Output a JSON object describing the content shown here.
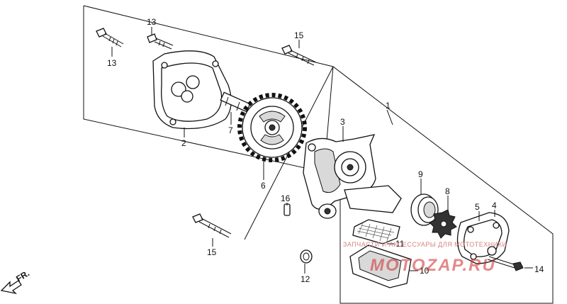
{
  "callouts": [
    {
      "id": "13a",
      "label": "13"
    },
    {
      "id": "13b",
      "label": "13"
    },
    {
      "id": "15a",
      "label": "15"
    },
    {
      "id": "1",
      "label": "1"
    },
    {
      "id": "2",
      "label": "2"
    },
    {
      "id": "7",
      "label": "7"
    },
    {
      "id": "6",
      "label": "6"
    },
    {
      "id": "3",
      "label": "3"
    },
    {
      "id": "9",
      "label": "9"
    },
    {
      "id": "8",
      "label": "8"
    },
    {
      "id": "16",
      "label": "16"
    },
    {
      "id": "5",
      "label": "5"
    },
    {
      "id": "4",
      "label": "4"
    },
    {
      "id": "15b",
      "label": "15"
    },
    {
      "id": "11",
      "label": "11"
    },
    {
      "id": "14",
      "label": "14"
    },
    {
      "id": "10",
      "label": "10"
    },
    {
      "id": "12",
      "label": "12"
    }
  ],
  "direction_marker": "FR.",
  "watermark": {
    "tagline": "ЗАПЧАСТИ И АКСЕССУАРЫ ДЛЯ МОТОТЕХНИКИ",
    "site": "MOTOZAP.RU"
  }
}
